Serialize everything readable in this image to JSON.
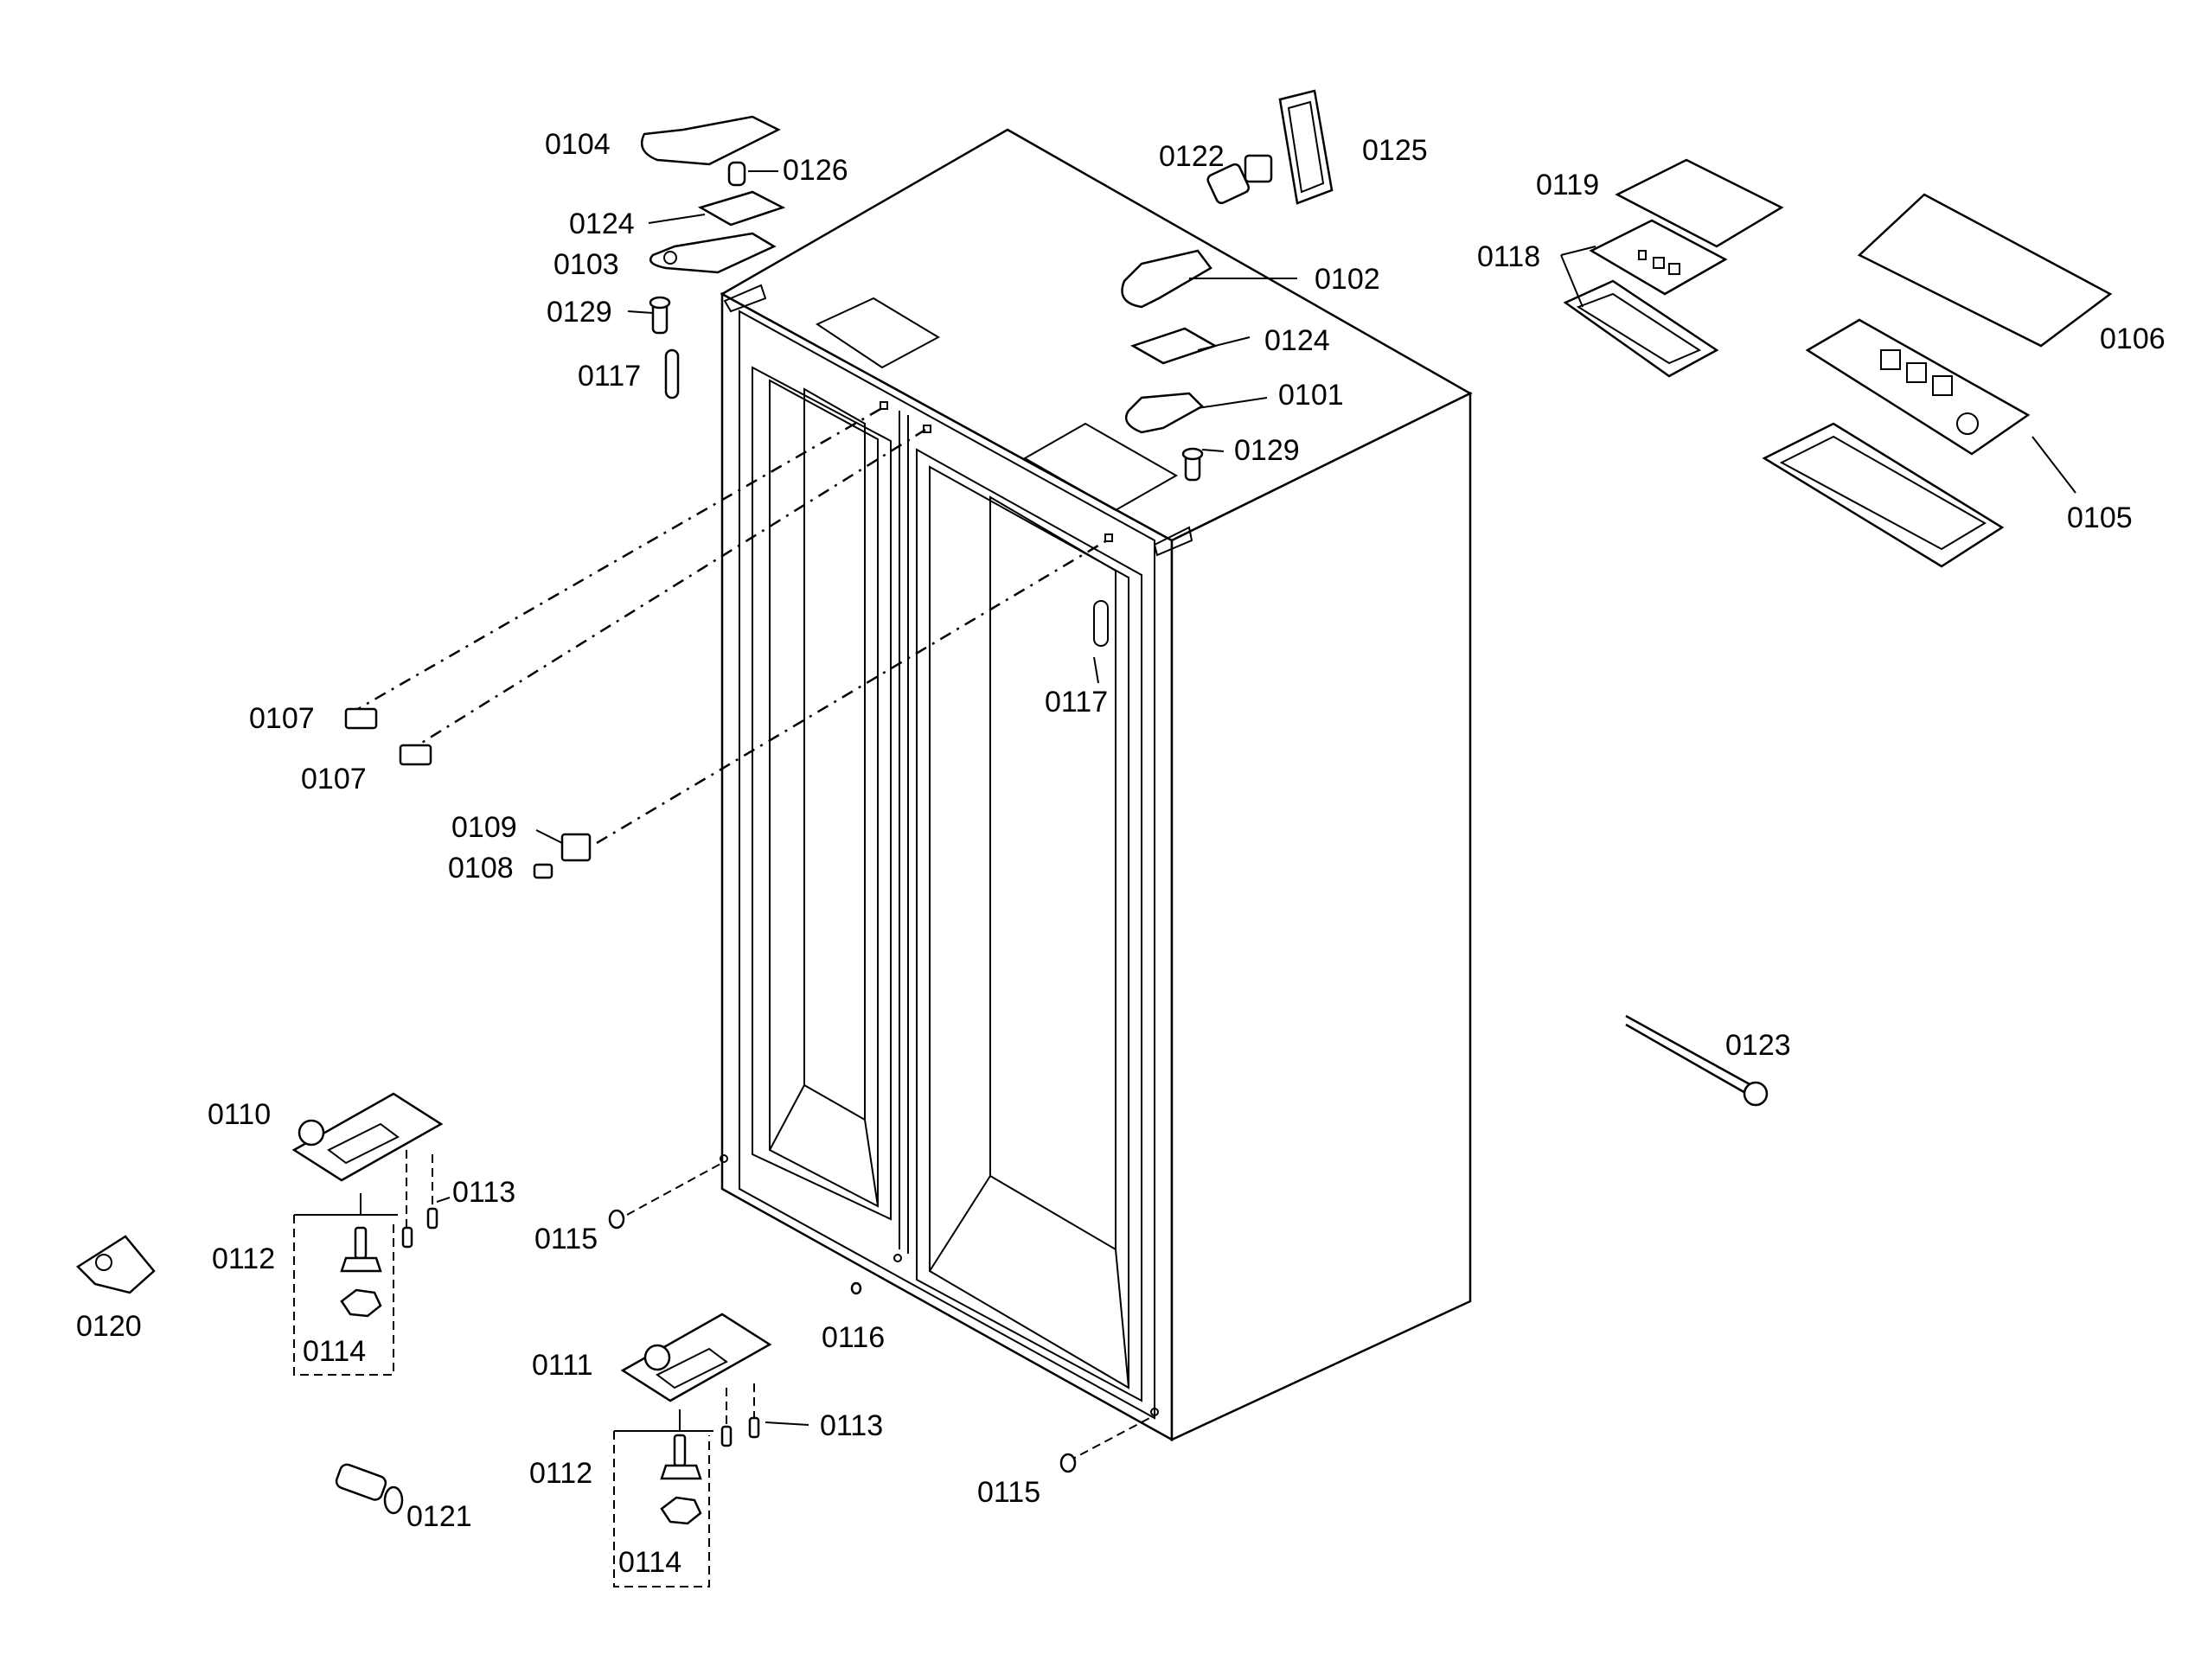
{
  "labels": {
    "p0101": "0101",
    "p0102": "0102",
    "p0103": "0103",
    "p0104": "0104",
    "p0105": "0105",
    "p0106": "0106",
    "p0107a": "0107",
    "p0107b": "0107",
    "p0108": "0108",
    "p0109": "0109",
    "p0110": "0110",
    "p0111": "0111",
    "p0112a": "0112",
    "p0112b": "0112",
    "p0113a": "0113",
    "p0113b": "0113",
    "p0114a": "0114",
    "p0114b": "0114",
    "p0115a": "0115",
    "p0115b": "0115",
    "p0116": "0116",
    "p0117a": "0117",
    "p0117b": "0117",
    "p0118": "0118",
    "p0119": "0119",
    "p0120": "0120",
    "p0121": "0121",
    "p0122": "0122",
    "p0123": "0123",
    "p0124a": "0124",
    "p0124b": "0124",
    "p0125": "0125",
    "p0126": "0126",
    "p0129a": "0129",
    "p0129b": "0129"
  },
  "colors": {
    "ink": "#000000",
    "paper": "#ffffff"
  }
}
